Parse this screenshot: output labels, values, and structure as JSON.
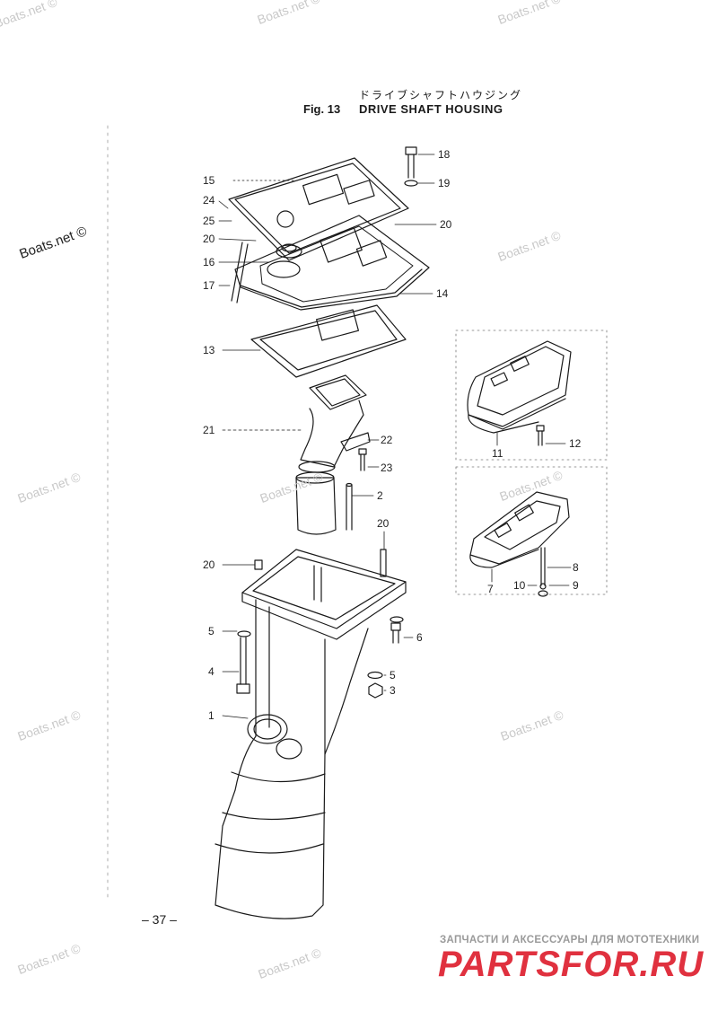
{
  "figure": {
    "subtitle_jp": "ドライブシャフトハウジング",
    "number": "Fig. 13",
    "title": "DRIVE SHAFT HOUSING"
  },
  "part_numbers": {
    "p18": "18",
    "p19": "19",
    "p15": "15",
    "p24": "24",
    "p25": "25",
    "p20a": "20",
    "p20b": "20",
    "p16": "16",
    "p17": "17",
    "p14": "14",
    "p13": "13",
    "p21": "21",
    "p22": "22",
    "p23": "23",
    "p2": "2",
    "p20c": "20",
    "p20d": "20",
    "p5a": "5",
    "p6": "6",
    "p4": "4",
    "p5b": "5",
    "p3": "3",
    "p1": "1",
    "p11": "11",
    "p12": "12",
    "p8": "8",
    "p7": "7",
    "p10": "10",
    "p9": "9"
  },
  "page_number": "– 37 –",
  "watermark": "Boats.net ©",
  "promo": {
    "tagline": "ЗАПЧАСТИ И АКСЕССУАРЫ ДЛЯ МОТОТЕХНИКИ",
    "logo": "PARTSFOR.RU"
  },
  "colors": {
    "ink": "#1a1a1a",
    "watermark": "#c9c9c9",
    "logo": "#e0313f"
  }
}
